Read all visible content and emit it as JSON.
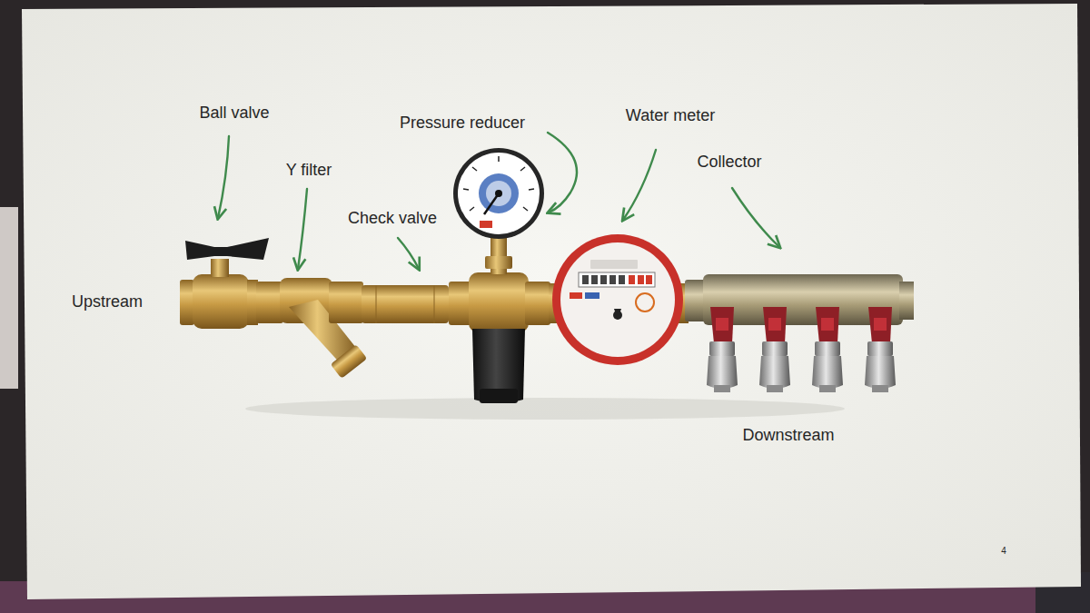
{
  "diagram": {
    "labels": [
      "Ball valve",
      "Y filter",
      "Pressure reducer",
      "Check valve",
      "Water meter",
      "Collector",
      "Upstream",
      "Downstream",
      "4"
    ]
  }
}
